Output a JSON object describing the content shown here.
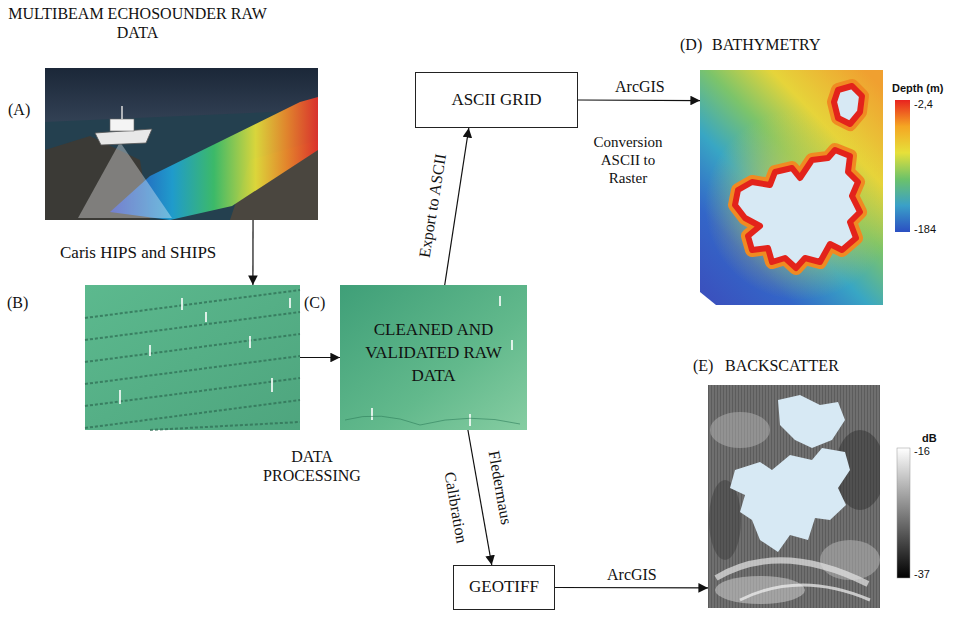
{
  "diagram": {
    "nodes": [
      {
        "text": [
          "MULTIBEAM ECHOSOUNDER RAW DATA",
          "(A)"
        ]
      },
      {
        "text": [
          "(B)"
        ]
      },
      {
        "text": [
          "(C)",
          "CLEANED AND VALIDATED RAW DATA"
        ]
      },
      {
        "text": [
          "ASCII GRID"
        ]
      },
      {
        "text": [
          "(D)",
          "BATHYMETRY"
        ]
      },
      {
        "text": [
          "GEOTIFF"
        ]
      },
      {
        "text": [
          "(E)",
          "BACKSCATTER"
        ]
      }
    ],
    "edges": [
      {
        "from": 0,
        "to": 1,
        "arrow": "to",
        "label": "Caris HIPS and SHIPS"
      },
      {
        "from": 1,
        "to": 2,
        "arrow": "to"
      },
      {
        "from": 2,
        "to": 3,
        "arrow": "to",
        "label": "Export to ASCII"
      },
      {
        "from": 3,
        "to": 4,
        "arrow": "to",
        "label": "ArcGIS"
      },
      {
        "from": 2,
        "to": 5,
        "arrow": "to",
        "label": "Fledermaus"
      },
      {
        "from": 5,
        "to": 6,
        "arrow": "to",
        "label": "ArcGIS"
      }
    ],
    "labels": [
      "DATA PROCESSING",
      "Conversion ASCII to Raster",
      "Calibration",
      "Depth (m)",
      "-2,4",
      "-184",
      "dB",
      "-16",
      "-37"
    ]
  }
}
